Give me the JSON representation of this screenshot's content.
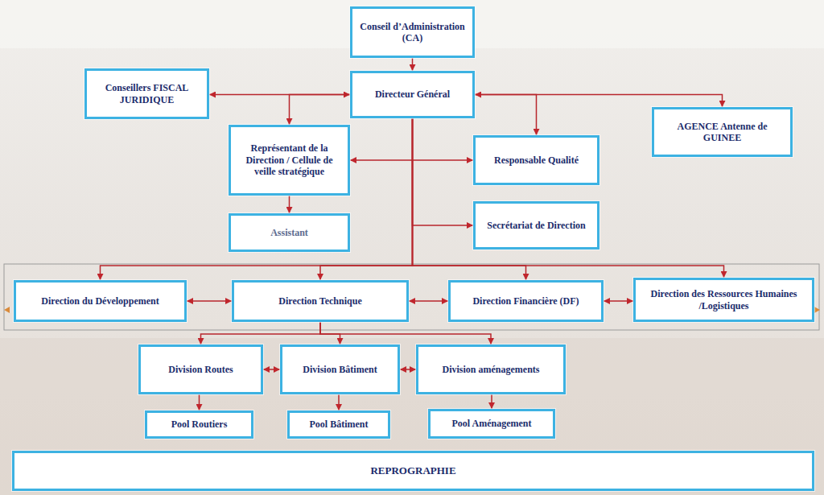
{
  "diagram": {
    "nodes": [
      {
        "text": [
          "Conseil d’Administration (CA)"
        ]
      },
      {
        "text": [
          "Conseillers FISCAL JURIDIQUE"
        ]
      },
      {
        "text": [
          "Directeur Général"
        ]
      },
      {
        "text": [
          "AGENCE Antenne de GUINEE"
        ]
      },
      {
        "text": [
          "Représentant de la Direction / Cellule de veille stratégique"
        ]
      },
      {
        "text": [
          "Responsable Qualité"
        ]
      },
      {
        "text": [
          "Assistant"
        ]
      },
      {
        "text": [
          "Secrétariat de Direction"
        ]
      },
      {
        "text": [
          "Direction du Développement"
        ]
      },
      {
        "text": [
          "Direction Technique"
        ]
      },
      {
        "text": [
          "Direction Financière (DF)"
        ]
      },
      {
        "text": [
          "Direction des Ressources Humaines /Logistiques"
        ]
      },
      {
        "text": [
          "Division Routes"
        ]
      },
      {
        "text": [
          "Division Bâtiment"
        ]
      },
      {
        "text": [
          "Division aménagements"
        ]
      },
      {
        "text": [
          "Pool Routiers"
        ]
      },
      {
        "text": [
          "Pool Bâtiment"
        ]
      },
      {
        "text": [
          "Pool Aménagement"
        ]
      },
      {
        "text": [
          "REPROGRAPHIE"
        ]
      }
    ],
    "edges": [
      {
        "from": 0,
        "to": 2,
        "arrow": "to"
      },
      {
        "from": 2,
        "to": 1,
        "arrow": "both"
      },
      {
        "from": 2,
        "to": 4,
        "arrow": "to"
      },
      {
        "from": 2,
        "to": 5,
        "arrow": "to"
      },
      {
        "from": 2,
        "to": 3,
        "arrow": "both"
      },
      {
        "from": 4,
        "to": 5,
        "arrow": "both"
      },
      {
        "from": 4,
        "to": 6,
        "arrow": "to"
      },
      {
        "from": 2,
        "to": 7,
        "arrow": "to"
      },
      {
        "from": 2,
        "to": 8,
        "arrow": "to"
      },
      {
        "from": 2,
        "to": 9,
        "arrow": "to"
      },
      {
        "from": 2,
        "to": 10,
        "arrow": "to"
      },
      {
        "from": 2,
        "to": 11,
        "arrow": "to"
      },
      {
        "from": 8,
        "to": 9,
        "arrow": "both"
      },
      {
        "from": 9,
        "to": 10,
        "arrow": "both"
      },
      {
        "from": 10,
        "to": 11,
        "arrow": "both"
      },
      {
        "from": 9,
        "to": 12,
        "arrow": "to"
      },
      {
        "from": 9,
        "to": 13,
        "arrow": "to"
      },
      {
        "from": 9,
        "to": 14,
        "arrow": "to"
      },
      {
        "from": 12,
        "to": 13,
        "arrow": "both"
      },
      {
        "from": 13,
        "to": 14,
        "arrow": "both"
      },
      {
        "from": 12,
        "to": 15,
        "arrow": "to"
      },
      {
        "from": 13,
        "to": 16,
        "arrow": "to"
      },
      {
        "from": 14,
        "to": 17,
        "arrow": "to"
      }
    ]
  }
}
